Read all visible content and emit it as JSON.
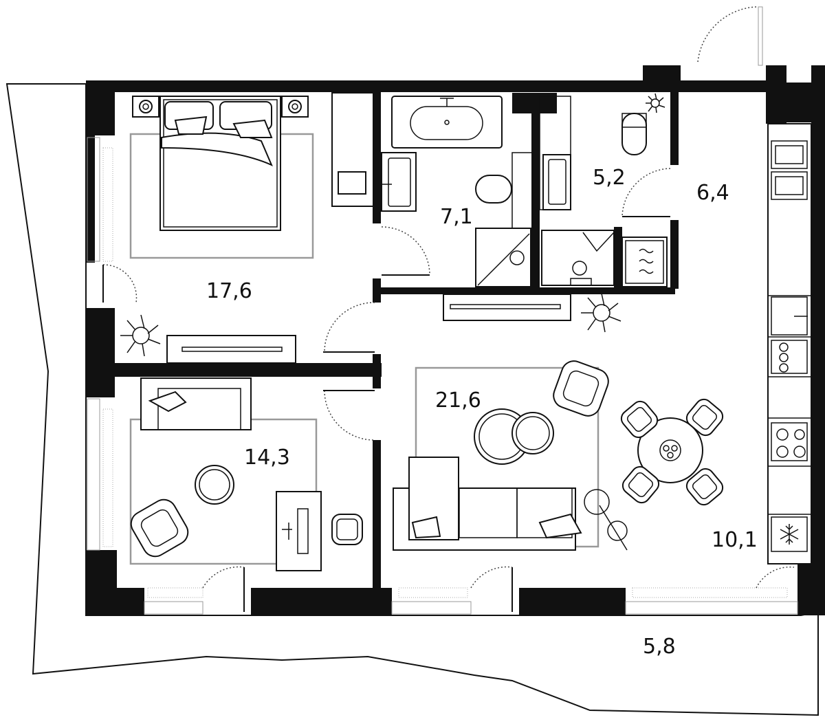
{
  "rooms": {
    "bedroom_area": "17,6",
    "bathroom_area": "7,1",
    "wc_area": "5,2",
    "hall_area": "6,4",
    "study_area": "14,3",
    "living_area": "21,6",
    "kitchen_area": "10,1",
    "balcony_area": "5,8"
  },
  "icons": {
    "freezer": "snowflake-icon",
    "washing": "washer-icon",
    "plant": "plant-icon"
  },
  "colors": {
    "wall": "#111111",
    "rug": "#999999",
    "door_arc": "#444444"
  }
}
